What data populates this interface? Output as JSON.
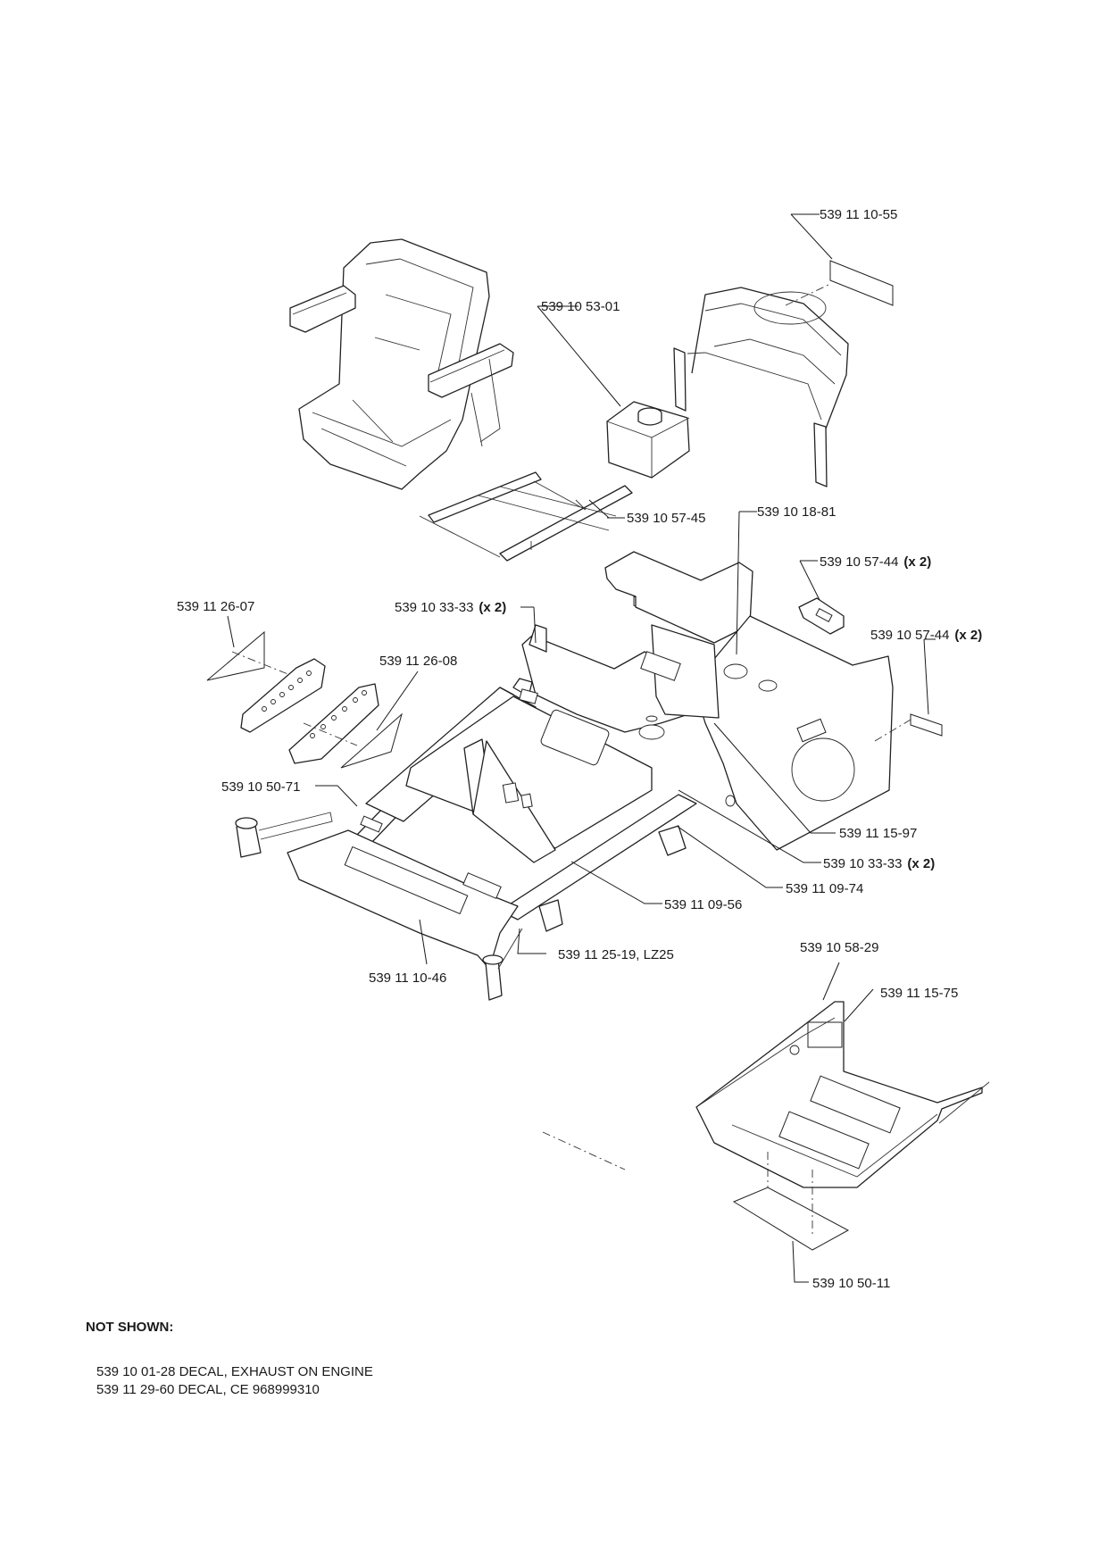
{
  "callouts": [
    {
      "id": "c1",
      "part": "539 11 10-55",
      "qty": ""
    },
    {
      "id": "c2",
      "part": "539 10 53-01",
      "qty": ""
    },
    {
      "id": "c3",
      "part": "539 10 57-45",
      "qty": ""
    },
    {
      "id": "c4",
      "part": "539 10 18-81",
      "qty": ""
    },
    {
      "id": "c5",
      "part": "539 10 57-44",
      "qty": "(x 2)"
    },
    {
      "id": "c6",
      "part": "539 10 57-44",
      "qty": "(x 2)"
    },
    {
      "id": "c7",
      "part": "539 11 26-07",
      "qty": ""
    },
    {
      "id": "c8",
      "part": "539 10 33-33",
      "qty": "(x 2)"
    },
    {
      "id": "c9",
      "part": "539 11 26-08",
      "qty": ""
    },
    {
      "id": "c10",
      "part": "539 10 50-71",
      "qty": ""
    },
    {
      "id": "c11",
      "part": "539 11 15-97",
      "qty": ""
    },
    {
      "id": "c12",
      "part": "539 10 33-33",
      "qty": "(x 2)"
    },
    {
      "id": "c13",
      "part": "539 11 09-74",
      "qty": ""
    },
    {
      "id": "c14",
      "part": "539 11 09-56",
      "qty": ""
    },
    {
      "id": "c15",
      "part": "539 11 25-19, LZ25",
      "qty": ""
    },
    {
      "id": "c16",
      "part": "539 11 10-46",
      "qty": ""
    },
    {
      "id": "c17",
      "part": "539 10 58-29",
      "qty": ""
    },
    {
      "id": "c18",
      "part": "539 11 15-75",
      "qty": ""
    },
    {
      "id": "c19",
      "part": "539 10 50-11",
      "qty": ""
    }
  ],
  "not_shown": {
    "title": "NOT SHOWN:",
    "items": [
      "539 10 01-28 DECAL, EXHAUST ON ENGINE",
      "539 11 29-60 DECAL, CE 968999310"
    ]
  }
}
